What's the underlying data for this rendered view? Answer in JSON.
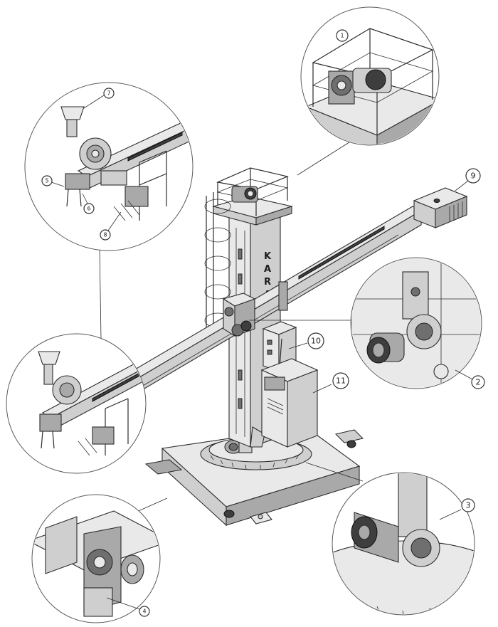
{
  "brand": {
    "letters": [
      "K",
      "A",
      "R",
      "A"
    ]
  },
  "callouts": [
    "1",
    "2",
    "3",
    "4",
    "5",
    "6",
    "7",
    "8",
    "9",
    "10",
    "11"
  ]
}
